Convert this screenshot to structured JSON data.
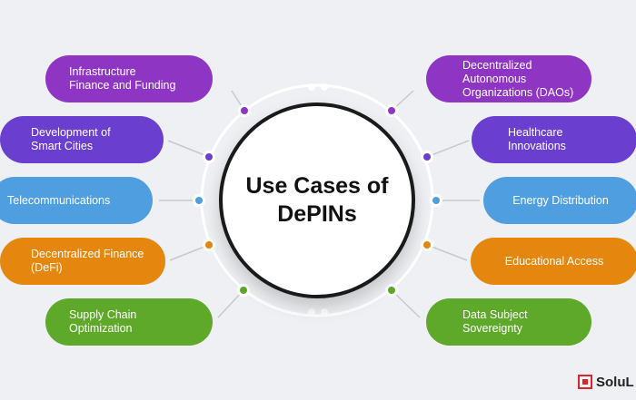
{
  "title": "Use Cases of\nDePINs",
  "colors": {
    "purple": "#8f35c4",
    "violet": "#6a3fcf",
    "blue": "#4f9fe0",
    "orange": "#e5870f",
    "green": "#5ea82a",
    "ring": "#ffffff",
    "connector": "#c7c9ce"
  },
  "left_items": [
    {
      "label": "Infrastructure\nFinance and Funding",
      "color": "#8f35c4"
    },
    {
      "label": "Development of\nSmart Cities",
      "color": "#6a3fcf"
    },
    {
      "label": "Telecommunications",
      "color": "#4f9fe0"
    },
    {
      "label": "Decentralized Finance\n(DeFi)",
      "color": "#e5870f"
    },
    {
      "label": "Supply Chain\nOptimization",
      "color": "#5ea82a"
    }
  ],
  "right_items": [
    {
      "label": "Decentralized Autonomous\nOrganizations (DAOs)",
      "color": "#8f35c4"
    },
    {
      "label": "Healthcare\nInnovations",
      "color": "#6a3fcf"
    },
    {
      "label": "Energy Distribution",
      "color": "#4f9fe0"
    },
    {
      "label": "Educational Access",
      "color": "#e5870f"
    },
    {
      "label": "Data Subject\nSovereignty",
      "color": "#5ea82a"
    }
  ],
  "logo": {
    "text": "SoluL",
    "icon": "circuit-logo-icon",
    "color": "#d7262c"
  }
}
